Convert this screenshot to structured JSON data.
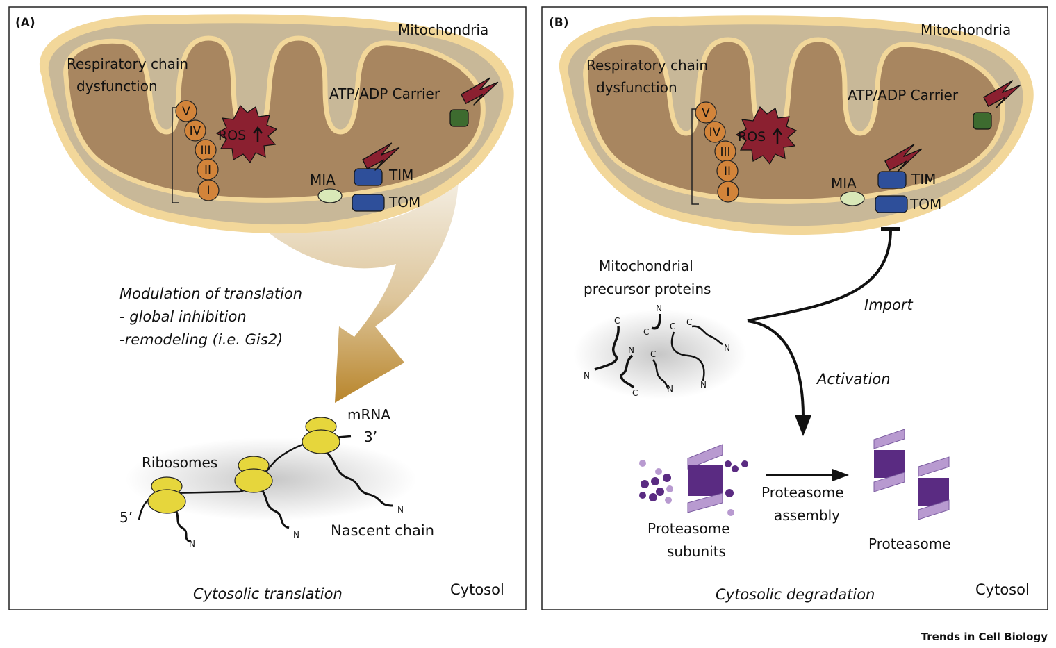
{
  "panelA": {
    "tag": "(A)",
    "mitochondria": "Mitochondria",
    "resp_line1": "Respiratory chain",
    "resp_line2": "dysfunction",
    "complexes": [
      "V",
      "IV",
      "III",
      "II",
      "I"
    ],
    "ros": "ROS",
    "atp_adp": "ATP/ADP Carrier",
    "mia": "MIA",
    "tim": "TIM",
    "tom": "TOM",
    "modulation_lines": [
      "Modulation of translation",
      "- global inhibition",
      "-remodeling  (i.e. Gis2)"
    ],
    "mrna": "mRNA",
    "three_prime": "3’",
    "five_prime": "5’",
    "ribosomes": "Ribosomes",
    "n_term": "N",
    "nascent_chain": "Nascent chain",
    "caption": "Cytosolic translation",
    "cytosol": "Cytosol"
  },
  "panelB": {
    "tag": "(B)",
    "mitochondria": "Mitochondria",
    "resp_line1": "Respiratory chain",
    "resp_line2": "dysfunction",
    "complexes": [
      "V",
      "IV",
      "III",
      "II",
      "I"
    ],
    "ros": "ROS",
    "atp_adp": "ATP/ADP Carrier",
    "mia": "MIA",
    "tim": "TIM",
    "tom": "TOM",
    "precursor_line1": "Mitochondrial",
    "precursor_line2": "precursor proteins",
    "c_term": "C",
    "n_term": "N",
    "import": "Import",
    "activation": "Activation",
    "proteasome_assembly_line1": "Proteasome",
    "proteasome_assembly_line2": "assembly",
    "subunits_line1": "Proteasome",
    "subunits_line2": "subunits",
    "proteasome": "Proteasome",
    "caption": "Cytosolic degradation",
    "cytosol": "Cytosol"
  },
  "footer": {
    "journal": "Trends in Cell Biology"
  },
  "colors": {
    "membrane_outer": "#f2d79a",
    "intermembrane": "#c8b898",
    "matrix": "#a88660",
    "complex": "#d2843a",
    "ros": "#8b2030",
    "tim_tom": "#2e4f9a",
    "carrier": "#3d6b2f",
    "mia": "#d9e8b8",
    "ribosome": "#e6d63c",
    "gradient_start": "#f3eee3",
    "gradient_end": "#b8852b",
    "proteasome_dark": "#5a2b82",
    "proteasome_light": "#b89ad0"
  },
  "icons": [
    "lightning-icon",
    "up-arrow-icon",
    "ribosome-icon",
    "proteasome-icon",
    "inhibition-bar-icon",
    "arrow-icon"
  ]
}
